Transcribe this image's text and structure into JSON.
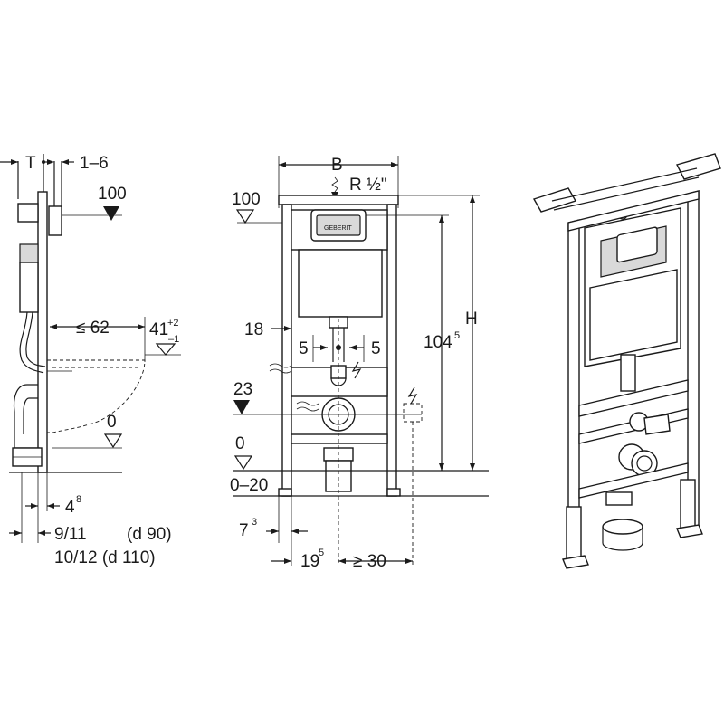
{
  "side_view": {
    "dim_T": "T",
    "dim_1_6": "1–6",
    "level_100": "100",
    "dim_le62": "≤ 62",
    "dim_41": "41",
    "dim_41_sup_upper": "+2",
    "dim_41_sup_lower": "–1",
    "level_0": "0",
    "dim_4": "4",
    "dim_4_sup": "8",
    "dim_9_11": "9/11",
    "dim_d90": "(d 90)",
    "dim_10_12": "10/12 (d 110)"
  },
  "front_view": {
    "dim_B": "B",
    "dim_R": "R ½\"",
    "level_100": "100",
    "dim_18": "18",
    "dim_5_left": "5",
    "dim_5_right": "5",
    "dim_104": "104",
    "dim_104_sup": "5",
    "dim_H": "H",
    "level_23": "23",
    "level_0": "0",
    "level_0_20": "0–20",
    "dim_7": "7",
    "dim_7_sup": "3",
    "dim_19": "19",
    "dim_19_sup": "5",
    "dim_ge30": "≥ 30",
    "brand": "GEBERIT"
  },
  "colors": {
    "line": "#1a1a1a",
    "panel_fill": "#d9d9d9",
    "background": "#ffffff"
  }
}
